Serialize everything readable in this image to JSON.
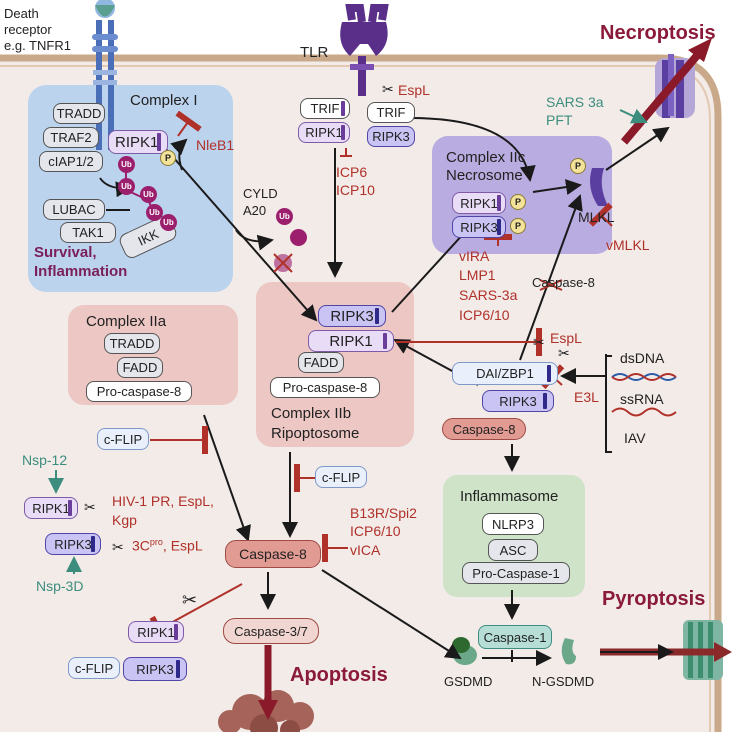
{
  "death_receptor": {
    "line1": "Death",
    "line2": "receptor",
    "line3": "e.g. TNFR1"
  },
  "tlr": "TLR",
  "complex_i": {
    "title": "Complex I",
    "survival": "Survival,",
    "inflammation": "Inflammation",
    "tradd": "TRADD",
    "traf2": "TRAF2",
    "ciap": "cIAP1/2",
    "lubac": "LUBAC",
    "tak1": "TAK1",
    "ikk": "IKK",
    "ripk1": "RIPK1",
    "p": "P",
    "ub": "Ub",
    "nleb1": "NleB1"
  },
  "cyld": "CYLD",
  "a20": "A20",
  "tlr_adaptors": {
    "trif": "TRIF",
    "ripk1": "RIPK1",
    "ripk3": "RIPK3",
    "espl": "EspL",
    "icp6": "ICP6",
    "icp10": "ICP10"
  },
  "complex_iic": {
    "title1": "Complex IIc",
    "title2": "Necrosome",
    "ripk1": "RIPK1",
    "ripk3": "RIPK3",
    "p": "P",
    "mlkl": "MLKL"
  },
  "necroptosis": "Necroptosis",
  "sars3a": "SARS 3a",
  "pft": "PFT",
  "vmlkl": "vMLKL",
  "caspase8_x": "Caspase-8",
  "inhibitors_mid": [
    "vIRA",
    "LMP1",
    "SARS-3a",
    "ICP6/10"
  ],
  "complex_iia": {
    "title": "Complex IIa",
    "tradd": "TRADD",
    "fadd": "FADD",
    "procasp8": "Pro-caspase-8"
  },
  "complex_iib": {
    "ripk3": "RIPK3",
    "ripk1": "RIPK1",
    "fadd": "FADD",
    "procasp8": "Pro-caspase-8",
    "title1": "Complex IIb",
    "title2": "Ripoptosome"
  },
  "espl2": "EspL",
  "zbp": {
    "dai": "DAI/ZBP1",
    "ripk3": "RIPK3",
    "casp8": "Caspase-8",
    "e3l": "E3L"
  },
  "nucleic": {
    "dsdna": "dsDNA",
    "ssrna": "ssRNA",
    "iav": "IAV"
  },
  "cflip1": "c-FLIP",
  "cflip2": "c-FLIP",
  "cflip3": "c-FLIP",
  "nsp12": "Nsp-12",
  "nsp3d": "Nsp-3D",
  "ripk1_cleave": "RIPK1",
  "ripk3_cleave": "RIPK3",
  "hiv": "HIV-1 PR, EspL,",
  "kgp": "Kgp",
  "c3pro": {
    "base": "3C",
    "sup": "pro",
    "rest": ", EspL"
  },
  "viral_inh": [
    "B13R/Spi2",
    "ICP6/10",
    "vICA"
  ],
  "caspase8_main": "Caspase-8",
  "caspase37": "Caspase-3/7",
  "apoptosis": "Apoptosis",
  "ripk1_bottom": "RIPK1",
  "ripk3_bottom": "RIPK3",
  "inflammasome": {
    "title": "Inflammasome",
    "nlrp3": "NLRP3",
    "asc": "ASC",
    "procasp1": "Pro-Caspase-1"
  },
  "caspase1": "Caspase-1",
  "pyroptosis": "Pyroptosis",
  "gsdmd": "GSDMD",
  "ngsdmd": "N-GSDMD",
  "colors": {
    "cell_fill": "#f3ebe8",
    "membrane": "#c9a98a",
    "complex_i": "#bcd3ee",
    "pink_box": "#ecc7c3",
    "purple_box": "#b9ace0",
    "green_box": "#cfe3c8",
    "inhibitor": "#b0312a",
    "death_title": "#8b1a3a"
  }
}
